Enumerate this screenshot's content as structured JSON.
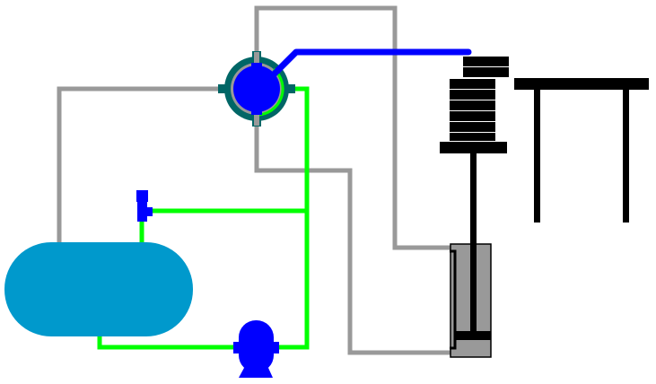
{
  "diagram": {
    "type": "hydraulic-schematic",
    "components": [
      {
        "id": "reservoir-tank",
        "icon": "tank-icon"
      },
      {
        "id": "pump",
        "icon": "pump-icon"
      },
      {
        "id": "relief-valve",
        "icon": "valve-icon"
      },
      {
        "id": "directional-valve",
        "icon": "rotary-valve-icon"
      },
      {
        "id": "hydraulic-cylinder",
        "icon": "cylinder-icon"
      },
      {
        "id": "weight-stack",
        "icon": "weights-icon",
        "plates": 8
      },
      {
        "id": "table",
        "icon": "table-icon"
      }
    ],
    "colors": {
      "pressure_line": "#00ff00",
      "return_line": "#999999",
      "control_line": "#0000ff",
      "tank": "#0099cc",
      "valve_ring": "#006666",
      "component": "#0000ff",
      "cylinder": "#999999",
      "structure": "#000000"
    }
  }
}
